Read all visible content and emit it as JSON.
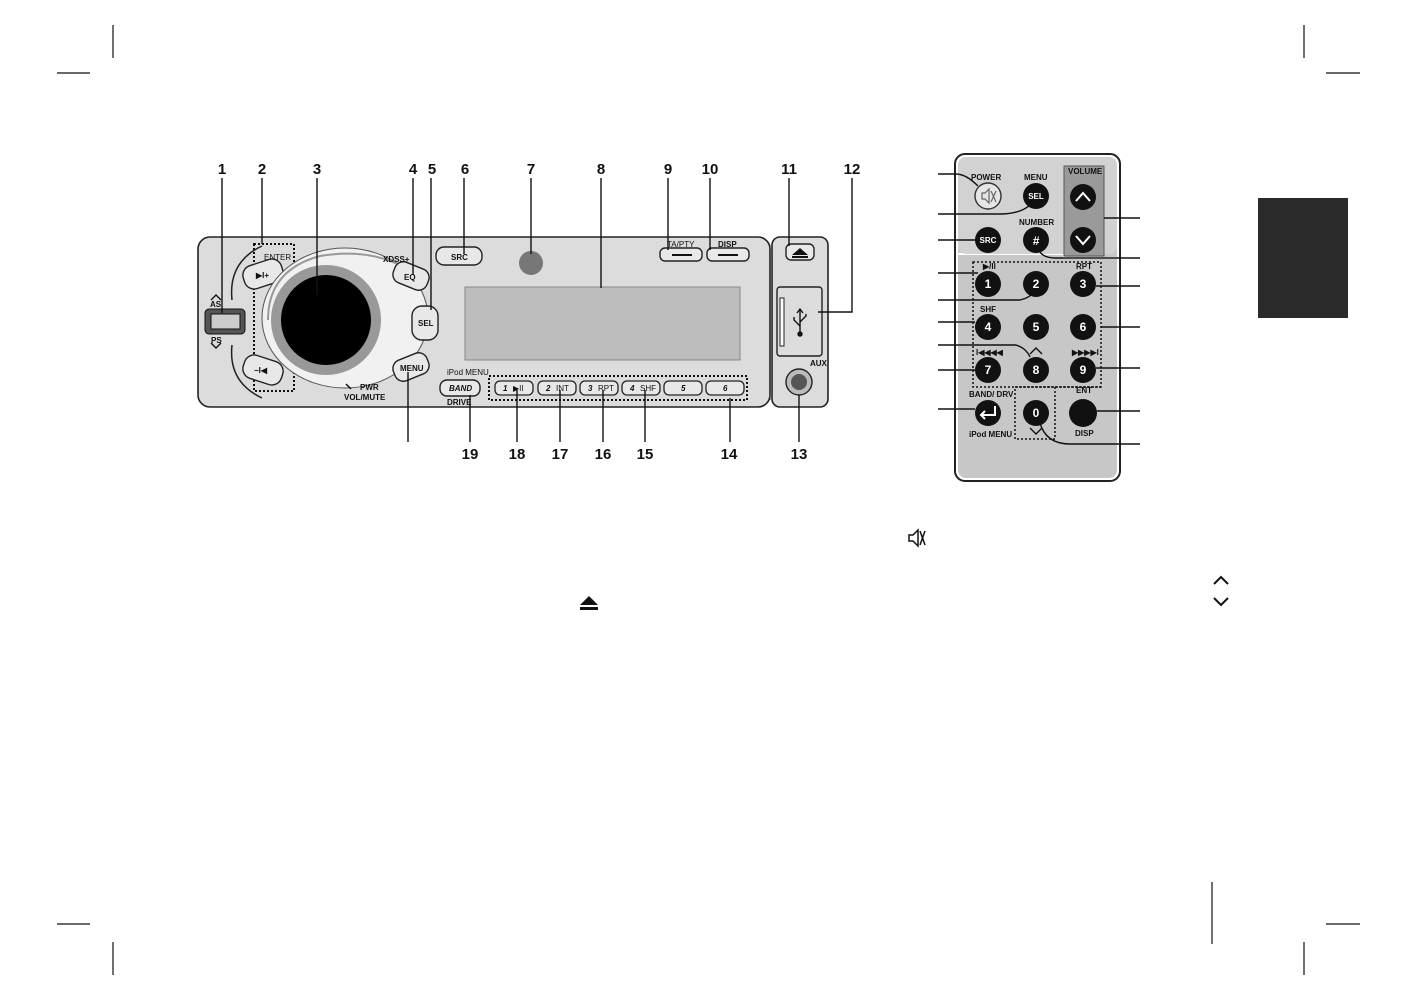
{
  "head_unit": {
    "callouts": [
      "1",
      "2",
      "3",
      "4",
      "5",
      "6",
      "7",
      "8",
      "9",
      "10",
      "11",
      "12",
      "13",
      "14",
      "15",
      "16",
      "17",
      "18",
      "19"
    ],
    "labels": {
      "as": "AS",
      "ps": "PS",
      "enter": "ENTER",
      "xdss": "XDSS+",
      "eq": "EQ",
      "sel": "SEL",
      "menu": "MENU",
      "pwr": "PWR",
      "vol_mute": "VOL/MUTE",
      "src": "SRC",
      "ta_pty": "TA/PTY",
      "disp": "DISP",
      "ipod_menu": "iPod MENU",
      "band": "BAND",
      "drive": "DRIVE",
      "aux": "AUX",
      "next": "▶I+",
      "prev": "−I◀"
    },
    "presets": [
      {
        "num": "1",
        "tag": "▶II"
      },
      {
        "num": "2",
        "tag": "INT"
      },
      {
        "num": "3",
        "tag": "RPT"
      },
      {
        "num": "4",
        "tag": "SHF"
      },
      {
        "num": "5",
        "tag": ""
      },
      {
        "num": "6",
        "tag": ""
      }
    ]
  },
  "remote": {
    "labels": {
      "power": "POWER",
      "menu": "MENU",
      "sel": "SEL",
      "volume": "VOLUME",
      "src": "SRC",
      "number": "NUMBER",
      "hash": "#",
      "play_pause": "▶/II",
      "rpt": "RPT",
      "shf": "SHF",
      "rew": "I◀◀◀◀",
      "ff": "▶▶▶▶I",
      "band_drv": "BAND/ DRV",
      "ipod_menu": "iPod MENU",
      "ent": "ENT",
      "disp": "DISP"
    },
    "digits": [
      "1",
      "2",
      "3",
      "4",
      "5",
      "6",
      "7",
      "8",
      "9",
      "0"
    ]
  },
  "legend": {
    "mute_icon": "speaker-mute-icon",
    "eject_icon": "eject-icon",
    "up_icon": "chevron-up-icon",
    "down_icon": "chevron-down-icon"
  },
  "side_tab_color": "#2b2b2b"
}
